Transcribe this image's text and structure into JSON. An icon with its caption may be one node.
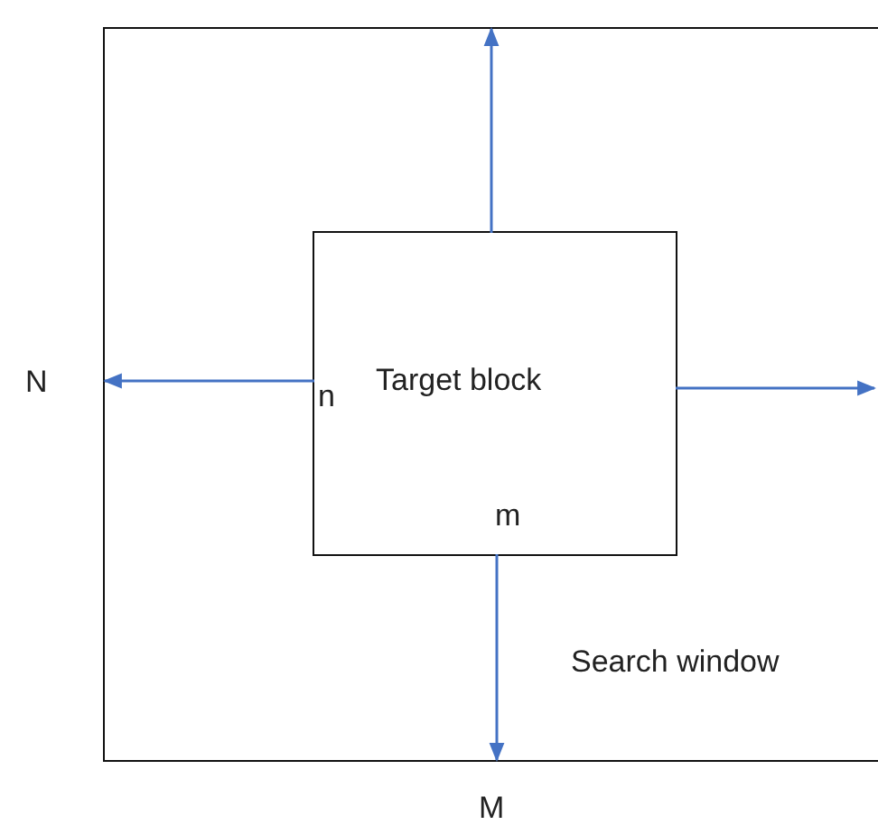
{
  "diagram": {
    "nodes": [
      {
        "text": [
          "Search window"
        ]
      },
      {
        "text": [
          "Target block"
        ],
        "in": 0
      }
    ],
    "edges": [
      {
        "from": 1,
        "to": 0,
        "arrow": "to"
      },
      {
        "from": 1,
        "to": 0,
        "arrow": "to"
      },
      {
        "from": 1,
        "to": 0,
        "arrow": "to"
      },
      {
        "from": 1,
        "to": 0,
        "arrow": "to"
      }
    ],
    "labels": [
      "N",
      "n",
      "m",
      "M"
    ]
  }
}
